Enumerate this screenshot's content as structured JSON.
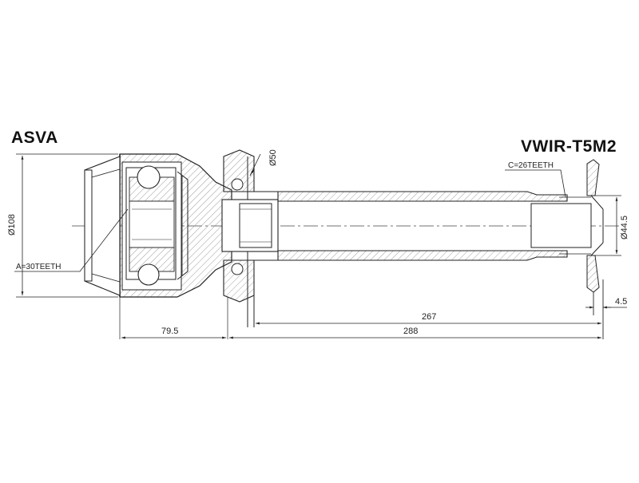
{
  "brand": "ASVA",
  "part_number": "VWIR-T5M2",
  "dimensions": {
    "housing_diameter": "Ø108",
    "seal_diameter": "Ø50",
    "shaft_diameter": "Ø44.5",
    "length_267": "267",
    "length_288": "288",
    "length_79_5": "79.5",
    "flange_4_5": "4.5"
  },
  "splines": {
    "a": "A=30TEETH",
    "c": "C=26TEETH"
  }
}
